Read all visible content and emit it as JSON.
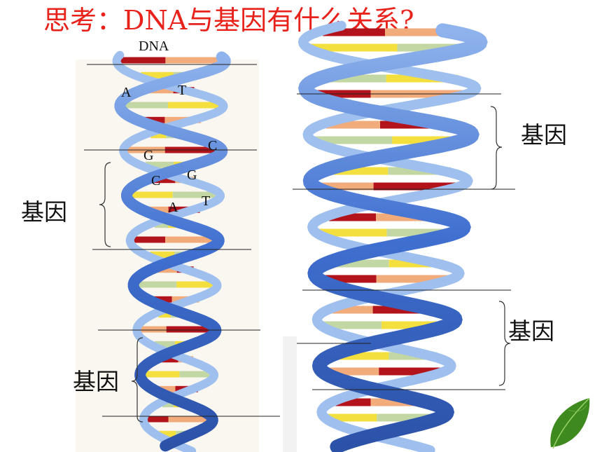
{
  "title": "思考：DNA与基因有什么关系?",
  "left_helix": {
    "top_label": "DNA",
    "bases": [
      {
        "name": "base-a-1",
        "text": "A"
      },
      {
        "name": "base-t-1",
        "text": "T"
      },
      {
        "name": "base-g-1",
        "text": "G"
      },
      {
        "name": "base-c-1",
        "text": "C"
      },
      {
        "name": "base-c-2",
        "text": "C"
      },
      {
        "name": "base-g-2",
        "text": "G"
      },
      {
        "name": "base-a-2",
        "text": "A"
      },
      {
        "name": "base-t-2",
        "text": "T"
      }
    ],
    "gene_labels": [
      "基因",
      "基因"
    ]
  },
  "right_helix": {
    "gene_labels": [
      "基因",
      "基因"
    ]
  },
  "colors": {
    "title": "#e8211b",
    "strand": "#3f6fd0",
    "strand_light": "#9fc0ee",
    "base_red": "#b3131b",
    "base_yellow": "#f3df3e",
    "base_orange": "#f2ab7b",
    "base_green": "#c3d7a4",
    "leaf": "#3f8a1e"
  },
  "icons": {
    "decoration": "leaf-icon"
  }
}
